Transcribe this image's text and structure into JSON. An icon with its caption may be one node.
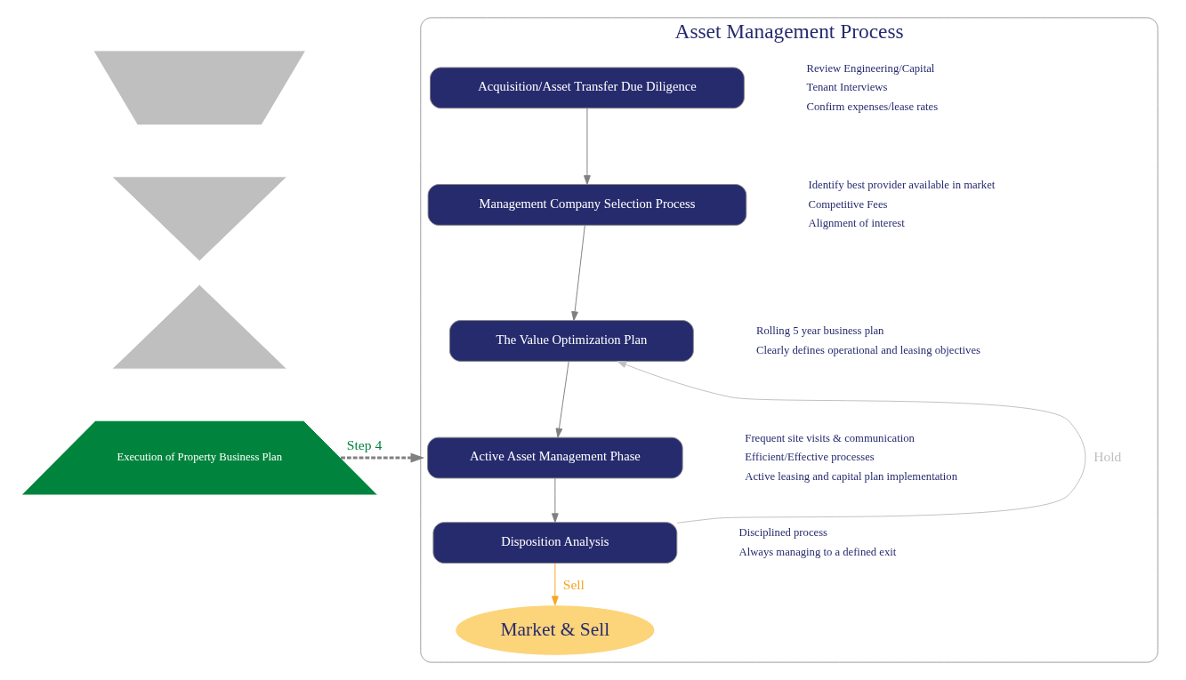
{
  "diagram": {
    "nodes": [
      {
        "text": [],
        "shape": "trapezoid"
      },
      {
        "text": [],
        "shape": "triangle"
      },
      {
        "text": [],
        "shape": "triangle"
      },
      {
        "text": [
          "Execution of Property Business Plan"
        ]
      },
      {
        "text": [
          "Asset Management Process"
        ]
      },
      {
        "text": [
          "Acquisition/Asset Transfer Due Diligence"
        ],
        "in": 4,
        "beside": [
          "Review Engineering/Capital",
          "Tenant Interviews",
          "Confirm expenses/lease rates"
        ]
      },
      {
        "text": [
          "Management Company Selection Process"
        ],
        "in": 4,
        "beside": [
          "Identify best provider available in market",
          "Competitive Fees",
          "Alignment of interest"
        ]
      },
      {
        "text": [
          "The Value Optimization Plan"
        ],
        "in": 4,
        "beside": [
          "Rolling 5 year business plan",
          "Clearly defines operational and leasing objectives"
        ]
      },
      {
        "text": [
          "Active Asset Management Phase"
        ],
        "in": 4,
        "beside": [
          "Frequent site visits & communication",
          "Efficient/Effective processes",
          "Active leasing and capital plan implementation"
        ]
      },
      {
        "text": [
          "Disposition Analysis"
        ],
        "in": 4,
        "beside": [
          "Disciplined process",
          "Always managing to a defined exit"
        ]
      },
      {
        "text": [
          "Market & Sell"
        ],
        "in": 4
      }
    ],
    "edges": [
      {
        "from": 3,
        "to": 4,
        "arrow": "to",
        "label": "Step 4",
        "style": "dashed"
      },
      {
        "from": 5,
        "to": 6,
        "arrow": "to"
      },
      {
        "from": 6,
        "to": 7,
        "arrow": "to"
      },
      {
        "from": 7,
        "to": 8,
        "arrow": "to"
      },
      {
        "from": 8,
        "to": 9,
        "arrow": "to"
      },
      {
        "from": 9,
        "to": 7,
        "arrow": "to",
        "label": "Hold",
        "color": "#bfbfbf"
      },
      {
        "from": 9,
        "to": 10,
        "arrow": "to",
        "label": "Sell",
        "color": "#f5a623"
      }
    ]
  }
}
